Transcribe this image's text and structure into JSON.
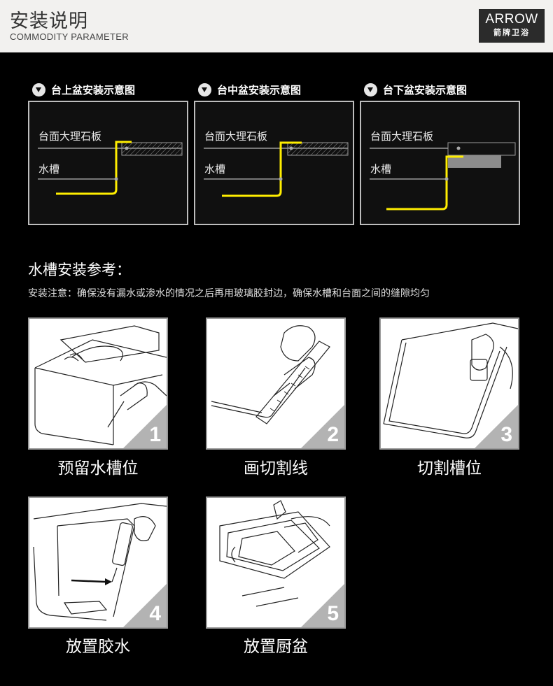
{
  "header": {
    "title": "安装说明",
    "subtitle": "COMMODITY PARAMETER",
    "logo_brand": "ARROW",
    "logo_cn": "箭牌卫浴"
  },
  "diagrams": [
    {
      "title": "台上盆安装示意图",
      "label_top": "台面大理石板",
      "label_bottom": "水槽"
    },
    {
      "title": "台中盆安装示意图",
      "label_top": "台面大理石板",
      "label_bottom": "水槽"
    },
    {
      "title": "台下盆安装示意图",
      "label_top": "台面大理石板",
      "label_bottom": "水槽"
    }
  ],
  "section": {
    "title": "水槽安装参考：",
    "note": "安装注意：确保没有漏水或渗水的情况之后再用玻璃胶封边，确保水槽和台面之间的缝隙均匀"
  },
  "steps": [
    {
      "number": "1",
      "caption": "预留水槽位"
    },
    {
      "number": "2",
      "caption": "画切割线"
    },
    {
      "number": "3",
      "caption": "切割槽位"
    },
    {
      "number": "4",
      "caption": "放置胶水"
    },
    {
      "number": "5",
      "caption": "放置厨盆"
    }
  ],
  "colors": {
    "accent_yellow": "#ffee00",
    "panel_border": "#bdbdbd",
    "header_bg": "#f2f1ef",
    "step_corner": "#b3b3b3"
  }
}
